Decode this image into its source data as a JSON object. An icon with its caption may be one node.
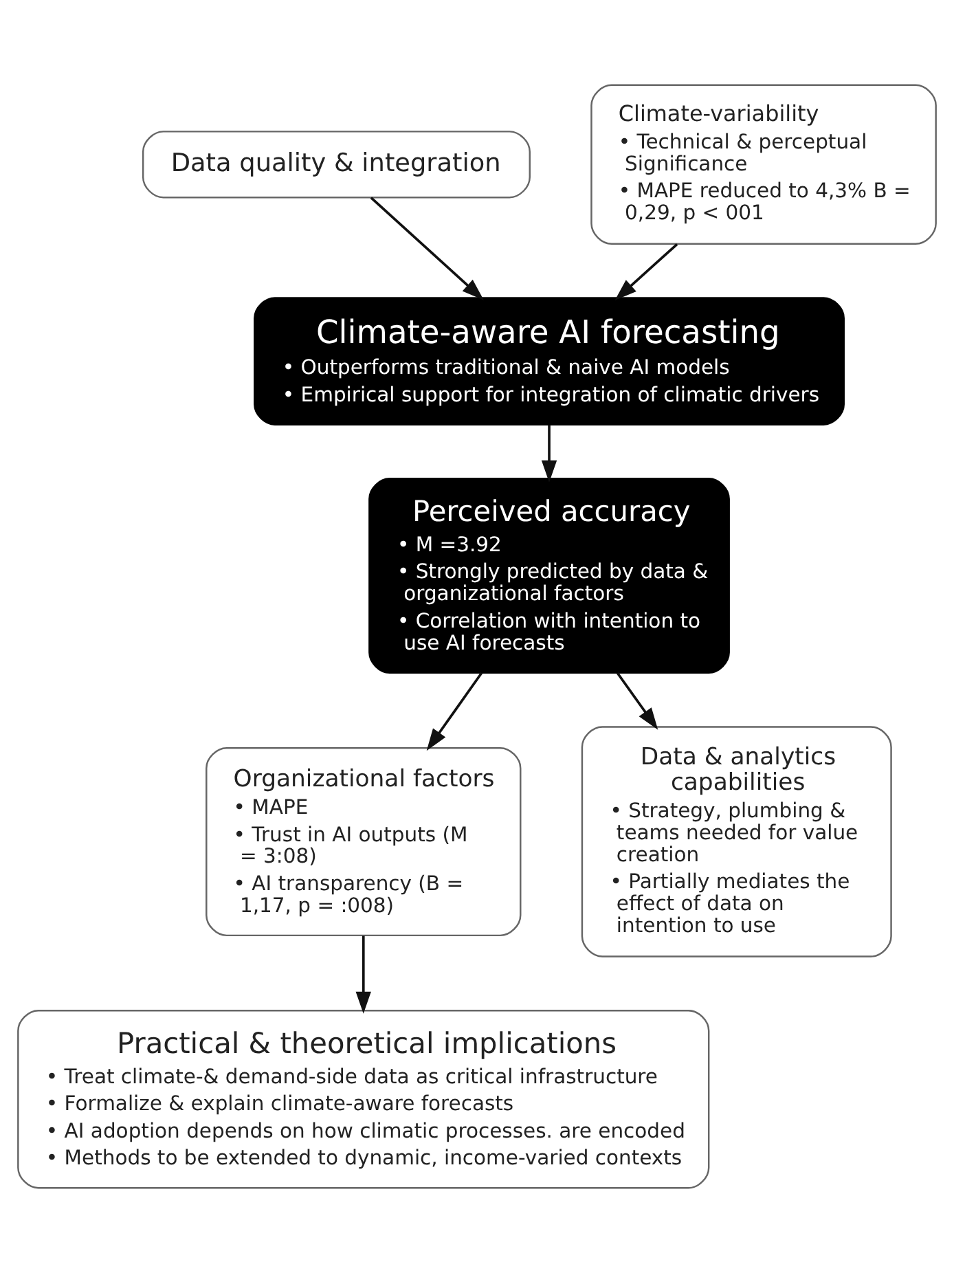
{
  "diagram": {
    "nodes": [
      {
        "text": [
          "Data quality & integration"
        ]
      },
      {
        "text": [
          "Climate-variability",
          "• Technical & perceptual Significance",
          "• MAPE reduced to 4,3% B = 0,29, p < 001"
        ]
      },
      {
        "text": [
          "Climate-aware AI forecasting",
          "• Outperforms traditional & naive AI models",
          "• Empirical support for integration of climatic drivers"
        ]
      },
      {
        "text": [
          "Perceived accuracy",
          "• M =3.92",
          "• Strongly predicted by data & organizational factors",
          "• Correlation with intention to use AI forecasts"
        ]
      },
      {
        "text": [
          "Organizational factors",
          "• MAPE",
          "• Trust in AI outputs (M = 3:08)",
          "• AI transparency (B = 1,17, p = :008)"
        ]
      },
      {
        "text": [
          "Data & analytics capabilities",
          "• Strategy, plumbing & teams needed for value creation",
          "• Partially mediates the effect of data on intention to use"
        ]
      },
      {
        "text": [
          "Practical & theoretical implications",
          "• Treat climate-& demand-side data as critical infrastructure",
          "• Formalize & explain climate-aware forecasts",
          "• AI adoption depends on how climatic processes. are encoded",
          "• Methods to be extended to dynamic, income-varied contexts"
        ]
      }
    ],
    "edges": [
      {
        "from": 0,
        "to": 2,
        "arrow": "to"
      },
      {
        "from": 1,
        "to": 2,
        "arrow": "to"
      },
      {
        "from": 2,
        "to": 3,
        "arrow": "to"
      },
      {
        "from": 3,
        "to": 4,
        "arrow": "to"
      },
      {
        "from": 3,
        "to": 5,
        "arrow": "to"
      },
      {
        "from": 4,
        "to": 6,
        "arrow": "to"
      }
    ]
  }
}
